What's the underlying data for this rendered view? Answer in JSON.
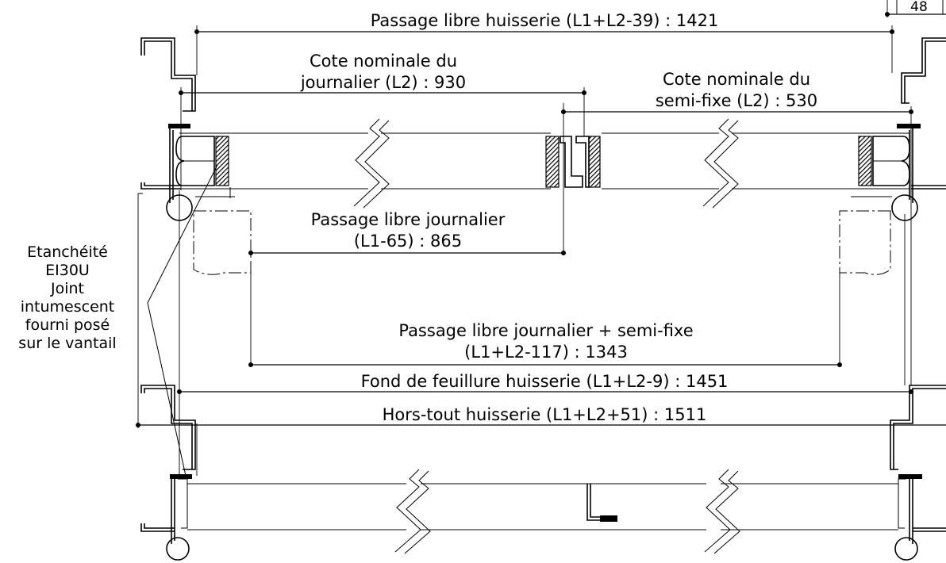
{
  "dimensions": {
    "top_box": "48",
    "passage_libre_huisserie": "Passage libre huisserie (L1+L2-39) : 1421",
    "cote_journalier_line1": "Cote nominale du",
    "cote_journalier_line2": "journalier (L2) : 930",
    "cote_semifixe_line1": "Cote nominale du",
    "cote_semifixe_line2": "semi-fixe (L2) : 530",
    "passage_journalier_line1": "Passage libre journalier",
    "passage_journalier_line2": "(L1-65) : 865",
    "passage_total_line1": "Passage libre journalier + semi-fixe",
    "passage_total_line2": "(L1+L2-117) : 1343",
    "fond_feuillure": "Fond de feuillure huisserie (L1+L2-9) : 1451",
    "hors_tout": "Hors-tout huisserie (L1+L2+51) : 1511"
  },
  "side_note": {
    "lines": [
      "Etanchéité",
      "EI30U",
      "Joint",
      "intumescent",
      "fourni posé",
      "sur le vantail"
    ]
  }
}
